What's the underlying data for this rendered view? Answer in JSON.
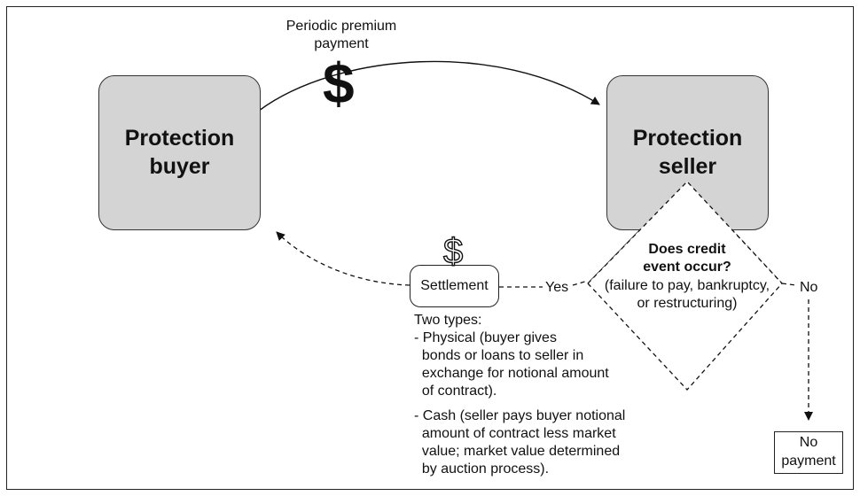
{
  "premium": {
    "label_line1": "Periodic premium",
    "label_line2": "payment",
    "symbol": "$"
  },
  "buyer": {
    "label": "Protection\nbuyer"
  },
  "seller": {
    "label": "Protection\nseller"
  },
  "decision": {
    "line1": "Does credit",
    "line2": "event occur?",
    "line3": "(failure to pay, bankruptcy,",
    "line4": "or restructuring)"
  },
  "settlement": {
    "label": "Settlement",
    "symbol": "$"
  },
  "yes_label": "Yes",
  "no_label": "No",
  "no_payment": {
    "line1": "No",
    "line2": "payment"
  },
  "settlement_notes": [
    "Two types:",
    "- Physical (buyer gives",
    "  bonds or loans to seller in",
    "  exchange for notional amount",
    "  of contract).",
    "- Cash (seller pays buyer notional",
    "  amount of contract less market",
    "  value; market value determined",
    "  by auction process)."
  ]
}
